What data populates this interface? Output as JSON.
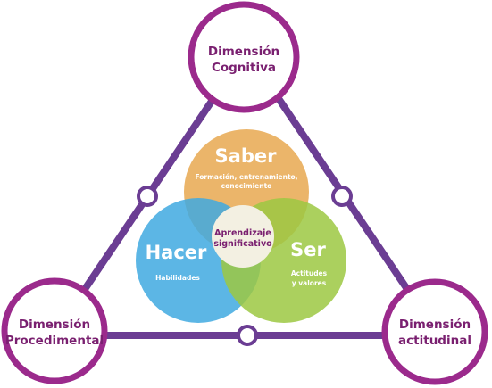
{
  "colors": {
    "triangle_edge": "#6b3d93",
    "node_ring": "#9b2a8c",
    "node_label": "#7a2070",
    "saber": "#e8a850",
    "hacer": "#3fa9e0",
    "ser": "#9cc842",
    "center_fill": "#f3f0e2",
    "connector_fill": "#ffffff"
  },
  "nodes": {
    "cognitiva": {
      "line1": "Dimensión",
      "line2": "Cognitiva"
    },
    "procedimental": {
      "line1": "Dimensión",
      "line2": "Procedimental"
    },
    "actitudinal": {
      "line1": "Dimensión",
      "line2": "actitudinal"
    }
  },
  "venn": {
    "saber": {
      "title": "Saber",
      "sub1": "Formación, entrenamiento,",
      "sub2": "conocimiento"
    },
    "hacer": {
      "title": "Hacer",
      "sub1": "Habilidades"
    },
    "ser": {
      "title": "Ser",
      "sub1": "Actitudes",
      "sub2": "y valores"
    },
    "center": {
      "line1": "Aprendizaje",
      "line2": "significativo"
    }
  }
}
